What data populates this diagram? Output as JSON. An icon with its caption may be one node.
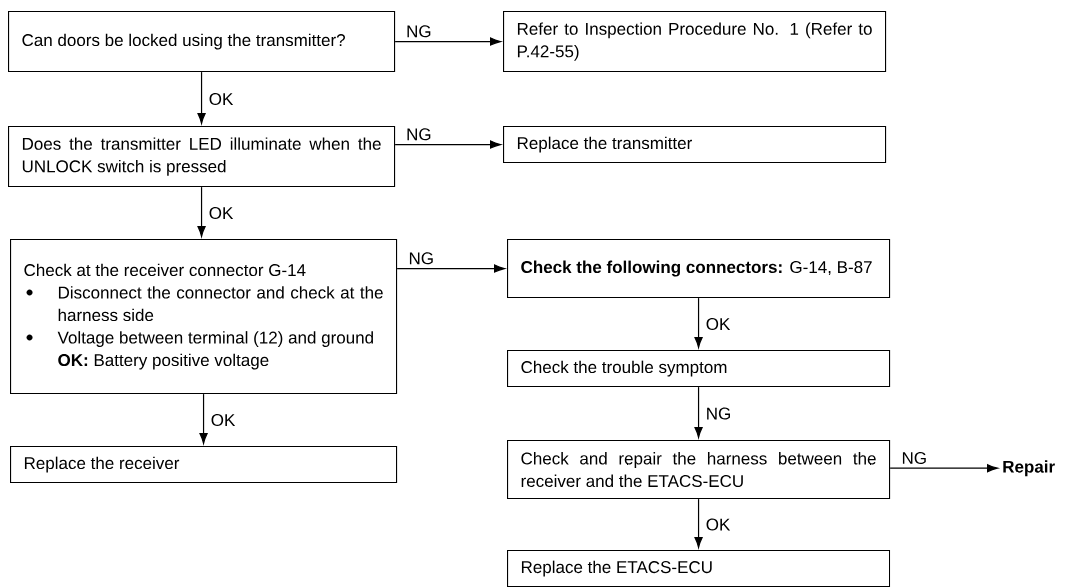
{
  "diagram": {
    "nodes": [
      {
        "text": [
          "Can doors be locked using the transmitter?"
        ]
      },
      {
        "text": [
          "Refer to Inspection Procedure No. 1 (Refer to P.42-55)"
        ]
      },
      {
        "text": [
          "Does the transmitter LED illuminate when the UNLOCK switch is pressed"
        ]
      },
      {
        "text": [
          "Replace the transmitter"
        ]
      },
      {
        "text": [
          "Check at the receiver connector G-14",
          "Disconnect the connector and check at the harness side",
          "Voltage between terminal (12) and ground",
          "**OK:** Battery positive voltage"
        ]
      },
      {
        "text": [
          "**Check the following connectors:** G-14, B-87"
        ]
      },
      {
        "text": [
          "Replace the receiver"
        ]
      },
      {
        "text": [
          "Check the trouble symptom"
        ]
      },
      {
        "text": [
          "Check and repair the harness between the receiver and the ETACS-ECU"
        ]
      },
      {
        "text": [
          "Repair"
        ]
      },
      {
        "text": [
          "Replace the ETACS-ECU"
        ]
      }
    ],
    "edges": [
      {
        "from": 0,
        "to": 1,
        "arrow": "to",
        "label": "NG"
      },
      {
        "from": 0,
        "to": 2,
        "arrow": "to",
        "label": "OK"
      },
      {
        "from": 2,
        "to": 3,
        "arrow": "to",
        "label": "NG"
      },
      {
        "from": 2,
        "to": 4,
        "arrow": "to",
        "label": "OK"
      },
      {
        "from": 4,
        "to": 5,
        "arrow": "to",
        "label": "NG"
      },
      {
        "from": 4,
        "to": 6,
        "arrow": "to",
        "label": "OK"
      },
      {
        "from": 5,
        "to": 7,
        "arrow": "to",
        "label": "OK"
      },
      {
        "from": 7,
        "to": 8,
        "arrow": "to",
        "label": "NG"
      },
      {
        "from": 8,
        "to": 9,
        "arrow": "to",
        "label": "NG"
      },
      {
        "from": 8,
        "to": 10,
        "arrow": "to",
        "label": "OK"
      }
    ]
  }
}
